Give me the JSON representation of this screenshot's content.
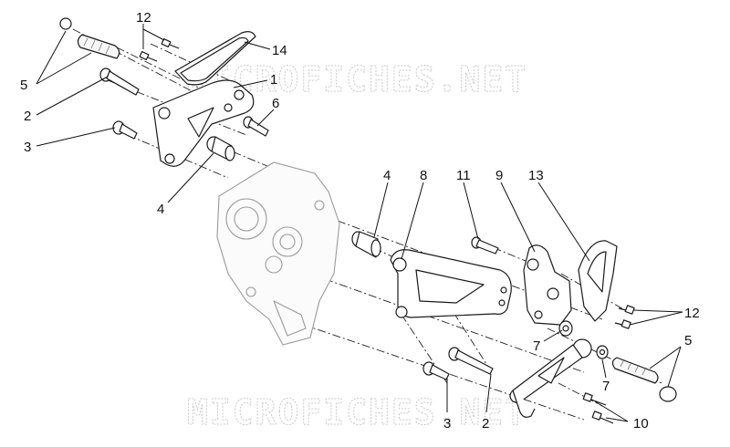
{
  "watermark": {
    "top_text": "MICROFICHES.NET",
    "bottom_text": "MICROFICHES.NET",
    "color": "#c9c9c9"
  },
  "callouts": {
    "c12_top": "12",
    "c14": "14",
    "c5_left": "5",
    "c1": "1",
    "c6": "6",
    "c2_left": "2",
    "c3_left": "3",
    "c4_left": "4",
    "c4_mid": "4",
    "c8": "8",
    "c11": "11",
    "c9": "9",
    "c13": "13",
    "c12_right": "12",
    "c5_right": "5",
    "c7_left": "7",
    "c7_right": "7",
    "c3_bottom": "3",
    "c2_bottom": "2",
    "c10": "10"
  }
}
